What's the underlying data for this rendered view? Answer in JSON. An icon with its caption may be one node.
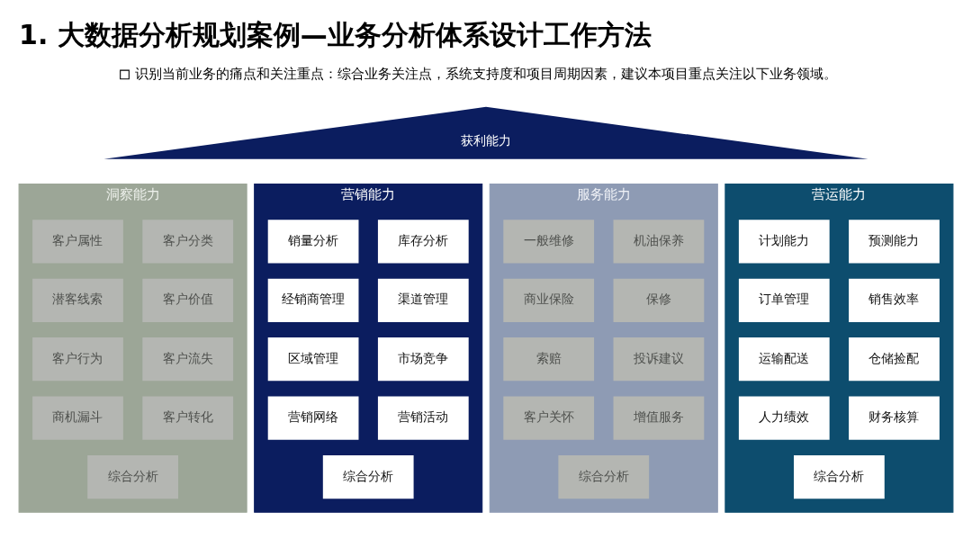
{
  "diagram": {
    "title": "1. 大数据分析规划案例—业务分析体系设计工作方法",
    "nodes": [
      {
        "text": [
          "获利能力"
        ]
      },
      {
        "text": [
          "洞察能力"
        ]
      },
      {
        "text": [
          "客户属性"
        ],
        "in": 1
      },
      {
        "text": [
          "客户分类"
        ],
        "in": 1
      },
      {
        "text": [
          "潜客线索"
        ],
        "in": 1
      },
      {
        "text": [
          "客户价值"
        ],
        "in": 1
      },
      {
        "text": [
          "客户行为"
        ],
        "in": 1
      },
      {
        "text": [
          "客户流失"
        ],
        "in": 1
      },
      {
        "text": [
          "商机漏斗"
        ],
        "in": 1
      },
      {
        "text": [
          "客户转化"
        ],
        "in": 1
      },
      {
        "text": [
          "综合分析"
        ],
        "in": 1
      },
      {
        "text": [
          "营销能力"
        ]
      },
      {
        "text": [
          "销量分析"
        ],
        "in": 11
      },
      {
        "text": [
          "库存分析"
        ],
        "in": 11
      },
      {
        "text": [
          "经销商管理"
        ],
        "in": 11
      },
      {
        "text": [
          "渠道管理"
        ],
        "in": 11
      },
      {
        "text": [
          "区域管理"
        ],
        "in": 11
      },
      {
        "text": [
          "市场竞争"
        ],
        "in": 11
      },
      {
        "text": [
          "营销网络"
        ],
        "in": 11
      },
      {
        "text": [
          "营销活动"
        ],
        "in": 11
      },
      {
        "text": [
          "综合分析"
        ],
        "in": 11
      },
      {
        "text": [
          "服务能力"
        ]
      },
      {
        "text": [
          "一般维修"
        ],
        "in": 21
      },
      {
        "text": [
          "机油保养"
        ],
        "in": 21
      },
      {
        "text": [
          "商业保险"
        ],
        "in": 21
      },
      {
        "text": [
          "保修"
        ],
        "in": 21
      },
      {
        "text": [
          "索赔"
        ],
        "in": 21
      },
      {
        "text": [
          "投诉建议"
        ],
        "in": 21
      },
      {
        "text": [
          "客户关怀"
        ],
        "in": 21
      },
      {
        "text": [
          "增值服务"
        ],
        "in": 21
      },
      {
        "text": [
          "综合分析"
        ],
        "in": 21
      },
      {
        "text": [
          "营运能力"
        ]
      },
      {
        "text": [
          "计划能力"
        ],
        "in": 31
      },
      {
        "text": [
          "预测能力"
        ],
        "in": 31
      },
      {
        "text": [
          "订单管理"
        ],
        "in": 31
      },
      {
        "text": [
          "销售效率"
        ],
        "in": 31
      },
      {
        "text": [
          "运输配送"
        ],
        "in": 31
      },
      {
        "text": [
          "仓储捡配"
        ],
        "in": 31
      },
      {
        "text": [
          "人力绩效"
        ],
        "in": 31
      },
      {
        "text": [
          "财务核算"
        ],
        "in": 31
      },
      {
        "text": [
          "综合分析"
        ],
        "in": 31
      }
    ],
    "labels": [
      "识别当前业务的痛点和关注重点：综合业务关注点，系统支持度和项目周期因素，建议本项目重点关注以下业务领域。"
    ]
  }
}
